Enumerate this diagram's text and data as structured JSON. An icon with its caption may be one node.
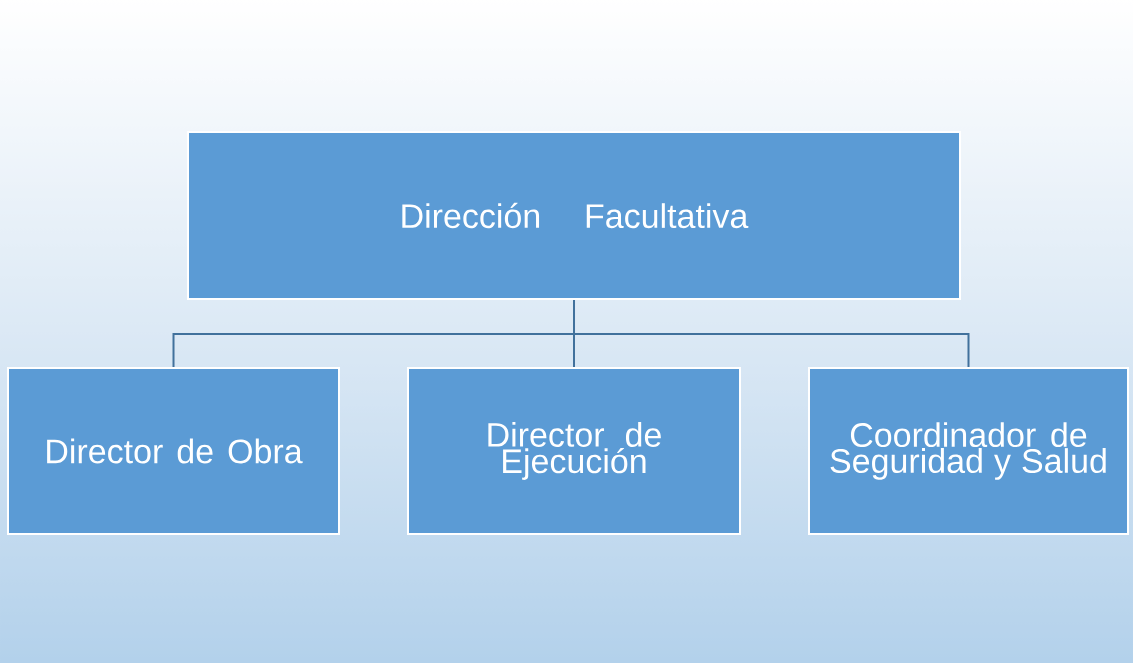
{
  "diagram": {
    "nodes": [
      {
        "text": [
          "Dirección Facultativa"
        ]
      },
      {
        "text": [
          "Director de Obra"
        ]
      },
      {
        "text": [
          "Director de Ejecución"
        ]
      },
      {
        "text": [
          "Coordinador de Seguridad y Salud"
        ]
      }
    ],
    "edges": [
      {
        "from": 0,
        "to": 1,
        "arrow": "none"
      },
      {
        "from": 0,
        "to": 2,
        "arrow": "none"
      },
      {
        "from": 0,
        "to": 3,
        "arrow": "none"
      }
    ]
  }
}
